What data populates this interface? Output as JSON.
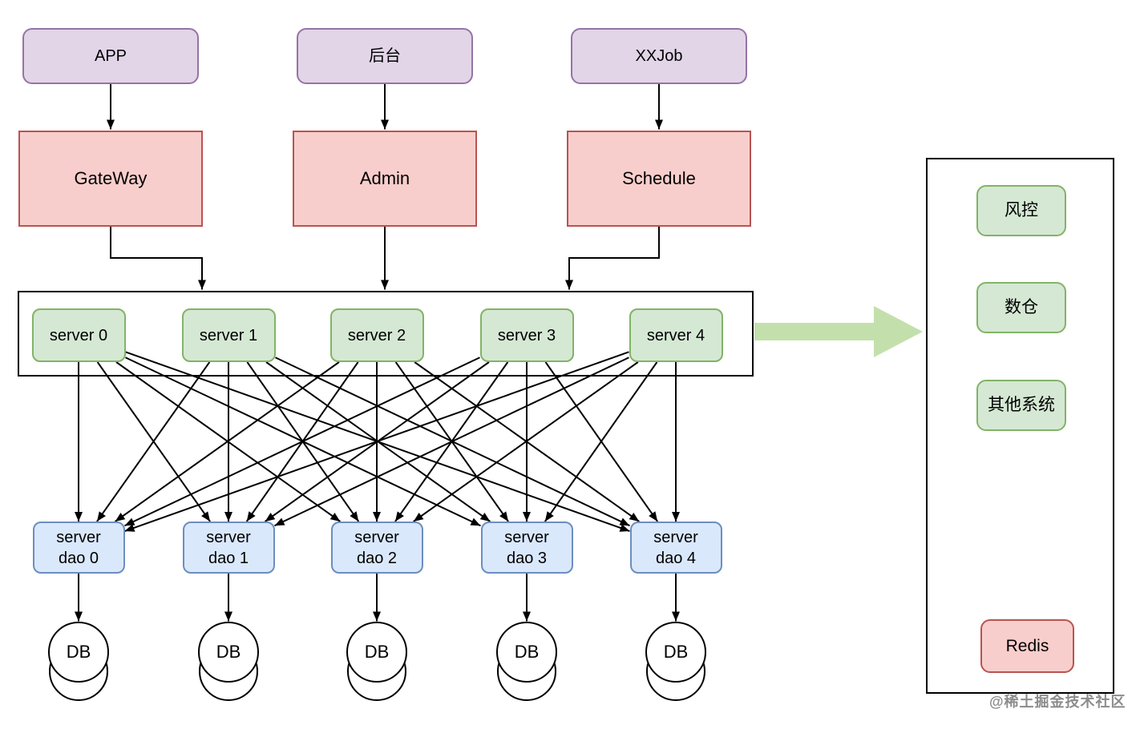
{
  "watermark": "@稀土掘金技术社区",
  "colors": {
    "background": "#ffffff",
    "line": "#000000",
    "client_fill": "#E1D5E7",
    "client_border": "#9673A6",
    "service_fill": "#F8CECC",
    "service_border": "#B85450",
    "server_fill": "#D5E8D4",
    "server_border": "#82B366",
    "dao_fill": "#DAE8FC",
    "dao_border": "#6C8EBF",
    "db_fill": "#ffffff",
    "db_border": "#000000",
    "external_fill": "#D5E8D4",
    "external_border": "#82B366",
    "redis_fill": "#F8CECC",
    "redis_border": "#B85450",
    "flow_arrow_fill": "#C3E0AC",
    "watermark_color": "#8c8c8c"
  },
  "nodes": {
    "clients": [
      {
        "id": "app",
        "label": "APP"
      },
      {
        "id": "backoffice",
        "label": "后台"
      },
      {
        "id": "xxjob",
        "label": "XXJob"
      }
    ],
    "services": [
      {
        "id": "gateway",
        "label": "GateWay"
      },
      {
        "id": "admin",
        "label": "Admin"
      },
      {
        "id": "schedule",
        "label": "Schedule"
      }
    ],
    "servers": [
      {
        "id": "server-0",
        "label": "server 0"
      },
      {
        "id": "server-1",
        "label": "server 1"
      },
      {
        "id": "server-2",
        "label": "server 2"
      },
      {
        "id": "server-3",
        "label": "server 3"
      },
      {
        "id": "server-4",
        "label": "server 4"
      }
    ],
    "daos": [
      {
        "id": "dao-0",
        "lines": [
          "server",
          "dao 0"
        ]
      },
      {
        "id": "dao-1",
        "lines": [
          "server",
          "dao 1"
        ]
      },
      {
        "id": "dao-2",
        "lines": [
          "server",
          "dao 2"
        ]
      },
      {
        "id": "dao-3",
        "lines": [
          "server",
          "dao 3"
        ]
      },
      {
        "id": "dao-4",
        "lines": [
          "server",
          "dao 4"
        ]
      }
    ],
    "databases": [
      {
        "id": "db-0",
        "label": "DB"
      },
      {
        "id": "db-1",
        "label": "DB"
      },
      {
        "id": "db-2",
        "label": "DB"
      },
      {
        "id": "db-3",
        "label": "DB"
      },
      {
        "id": "db-4",
        "label": "DB"
      }
    ],
    "external_systems": [
      {
        "id": "risk-control",
        "label": "风控"
      },
      {
        "id": "data-warehouse",
        "label": "数仓"
      },
      {
        "id": "other-systems",
        "label": "其他系统"
      }
    ],
    "cache": {
      "id": "redis",
      "label": "Redis"
    }
  },
  "edges": {
    "client_to_service": [
      [
        "app",
        "gateway"
      ],
      [
        "backoffice",
        "admin"
      ],
      [
        "xxjob",
        "schedule"
      ]
    ],
    "service_to_cluster": [
      "gateway",
      "admin",
      "schedule"
    ],
    "server_to_dao": "full mesh: every server 0-4 connects to every server dao 0-4 (25 arrows)",
    "dao_to_db": [
      [
        "dao-0",
        "db-0"
      ],
      [
        "dao-1",
        "db-1"
      ],
      [
        "dao-2",
        "db-2"
      ],
      [
        "dao-3",
        "db-3"
      ],
      [
        "dao-4",
        "db-4"
      ]
    ],
    "cluster_to_external_panel": "large green arrow from server cluster to external systems panel"
  }
}
